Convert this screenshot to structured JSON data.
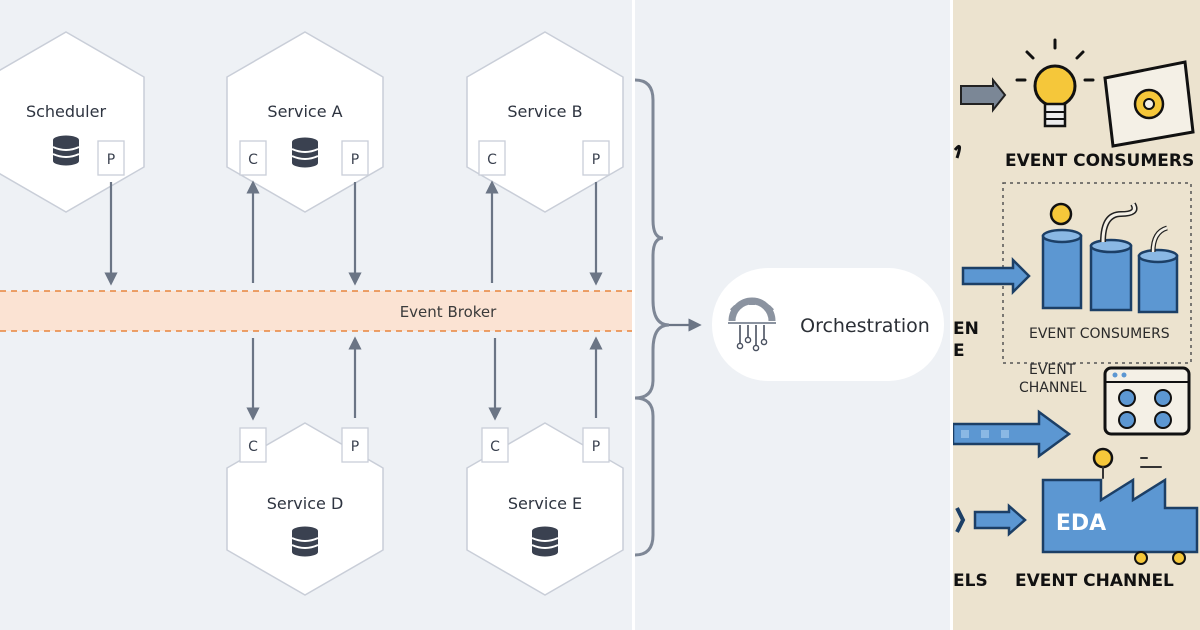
{
  "diagram": {
    "event_broker": {
      "label": "Event Broker"
    },
    "nodes": [
      {
        "id": "scheduler",
        "title": "Scheduler",
        "ports": [
          "P"
        ]
      },
      {
        "id": "service_a",
        "title": "Service A",
        "ports": [
          "C",
          "P"
        ]
      },
      {
        "id": "service_b",
        "title": "Service B",
        "ports": [
          "C",
          "P"
        ]
      },
      {
        "id": "service_d",
        "title": "Service D",
        "ports": [
          "C",
          "P"
        ]
      },
      {
        "id": "service_e",
        "title": "Service E",
        "ports": [
          "C",
          "P"
        ]
      }
    ],
    "orchestration": {
      "label": "Orchestration",
      "icon": "gear-circuit-icon"
    }
  },
  "illustration": {
    "labels": {
      "event_consumers_top": "EVENT CONSUMERS",
      "event_consumers_mid": "EVENT CONSUMERS",
      "event_channel_mid_1": "EVENT",
      "event_channel_mid_2": "CHANNEL",
      "eda_box": "EDA",
      "event_channel_bottom": "EVENT CHANNEL",
      "cut_en": "EN",
      "cut_e": "E",
      "cut_els": "ELS"
    },
    "icons": [
      "lightbulb-icon",
      "gear-screen-icon",
      "database-cylinders-icon",
      "control-panel-icon",
      "factory-icon"
    ]
  },
  "colors": {
    "hex_stroke": "#c9ced8",
    "arrow": "#6b7585",
    "broker_fill": "#fbe3d3",
    "broker_dash": "#e8853c",
    "sketch_blue": "#5c97d2",
    "paper": "#ece3cf"
  }
}
